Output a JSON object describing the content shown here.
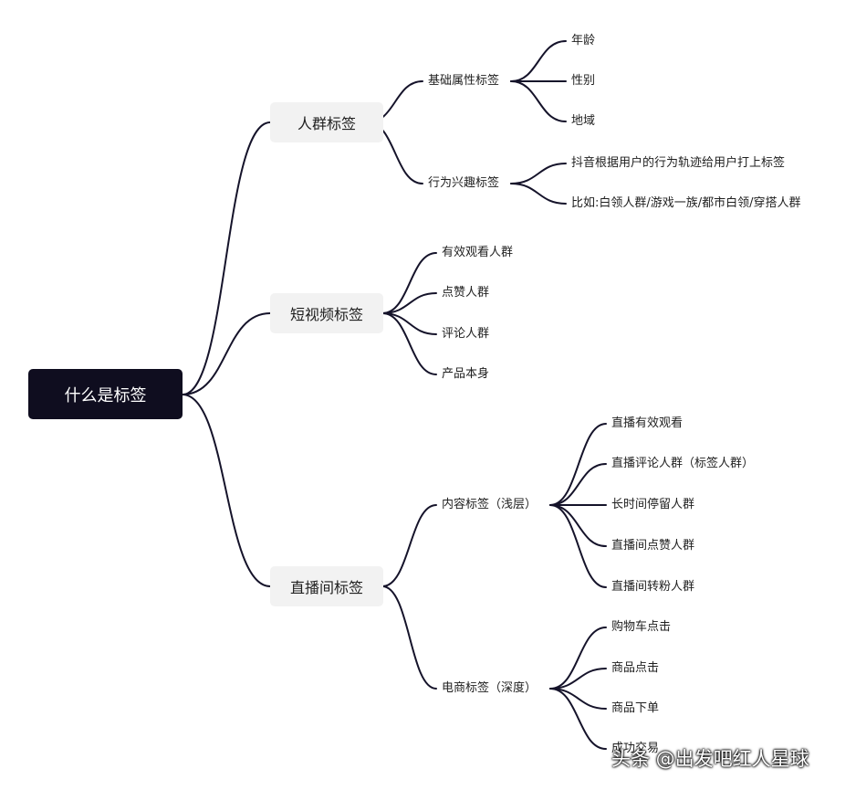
{
  "root": {
    "label": "什么是标签"
  },
  "branches": [
    {
      "label": "人群标签",
      "children": [
        {
          "label": "基础属性标签",
          "children": [
            "年龄",
            "性别",
            "地域"
          ]
        },
        {
          "label": "行为兴趣标签",
          "children": [
            "抖音根据用户的行为轨迹给用户打上标签",
            "比如:白领人群/游戏一族/都市白领/穿搭人群"
          ]
        }
      ]
    },
    {
      "label": "短视频标签",
      "children": [
        {
          "label": "有效观看人群"
        },
        {
          "label": "点赞人群"
        },
        {
          "label": "评论人群"
        },
        {
          "label": "产品本身"
        }
      ]
    },
    {
      "label": "直播间标签",
      "children": [
        {
          "label": "内容标签（浅层）",
          "children": [
            "直播有效观看",
            "直播评论人群（标签人群）",
            "长时间停留人群",
            "直播间点赞人群",
            "直播间转粉人群"
          ]
        },
        {
          "label": "电商标签（深度）",
          "children": [
            "购物车点击",
            "商品点击",
            "商品下单",
            "成功交易"
          ]
        }
      ]
    }
  ],
  "watermark": "头条 @出发吧红人星球",
  "colors": {
    "line": "#15132a",
    "root_bg": "#0f0d1f",
    "branch_bg": "#f2f2f2"
  }
}
